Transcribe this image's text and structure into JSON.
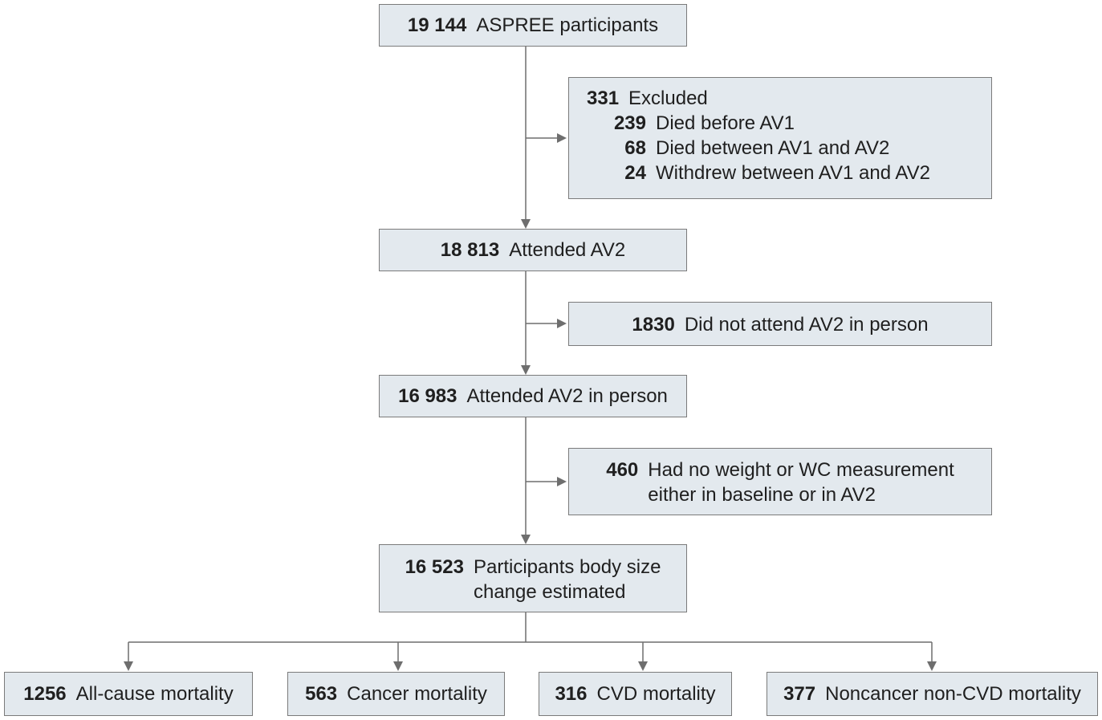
{
  "flow": {
    "start": {
      "count": "19 144",
      "label": "ASPREE participants"
    },
    "excluded": {
      "count": "331",
      "label": "Excluded",
      "reasons": [
        {
          "count": "239",
          "label": "Died before AV1"
        },
        {
          "count": "68",
          "label": "Died between AV1 and AV2"
        },
        {
          "count": "24",
          "label": "Withdrew between AV1 and AV2"
        }
      ]
    },
    "attended_av2": {
      "count": "18 813",
      "label": "Attended AV2"
    },
    "not_in_person": {
      "count": "1830",
      "label": "Did not attend AV2 in person"
    },
    "in_person": {
      "count": "16 983",
      "label": "Attended AV2 in person"
    },
    "no_measurement": {
      "count": "460",
      "line1": "Had no weight or WC measurement",
      "line2": "either in baseline or in AV2"
    },
    "estimated": {
      "count": "16 523",
      "line1": "Participants body size",
      "line2": "change estimated"
    },
    "outcomes": [
      {
        "count": "1256",
        "label": "All-cause mortality"
      },
      {
        "count": "563",
        "label": "Cancer mortality"
      },
      {
        "count": "316",
        "label": "CVD mortality"
      },
      {
        "count": "377",
        "label": "Noncancer non-CVD mortality"
      }
    ]
  },
  "colors": {
    "box_fill": "#e3e9ee",
    "box_border": "#7b7b7b",
    "connector": "#6e6e6e"
  }
}
